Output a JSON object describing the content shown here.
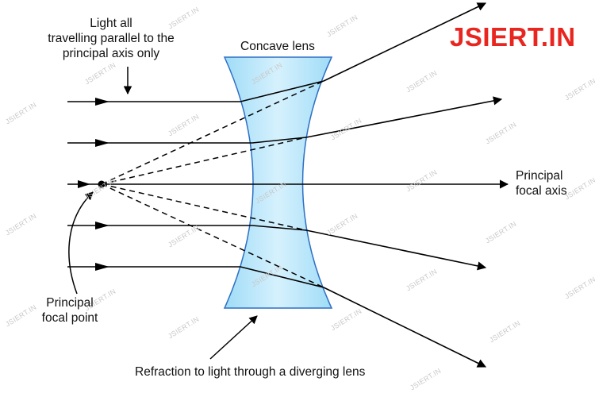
{
  "brand": {
    "text": "JSIERT.IN",
    "color": "#e8251f"
  },
  "watermark": "JSIERT.IN",
  "labels": {
    "light_parallel_line1": "Light all",
    "light_parallel_line2": "travelling parallel to the",
    "light_parallel_line3": "principal axis only",
    "concave_lens": "Concave lens",
    "principal_focal_axis_line1": "Principal",
    "principal_focal_axis_line2": "focal axis",
    "principal_focal_point_line1": "Principal",
    "principal_focal_point_line2": "focal point",
    "caption": "Refraction to light through a diverging lens"
  },
  "colors": {
    "lens_fill": "#9fdcf7",
    "lens_fill_light": "#d6f1fd",
    "lens_stroke": "#2d6fc4",
    "ray": "#000000"
  }
}
